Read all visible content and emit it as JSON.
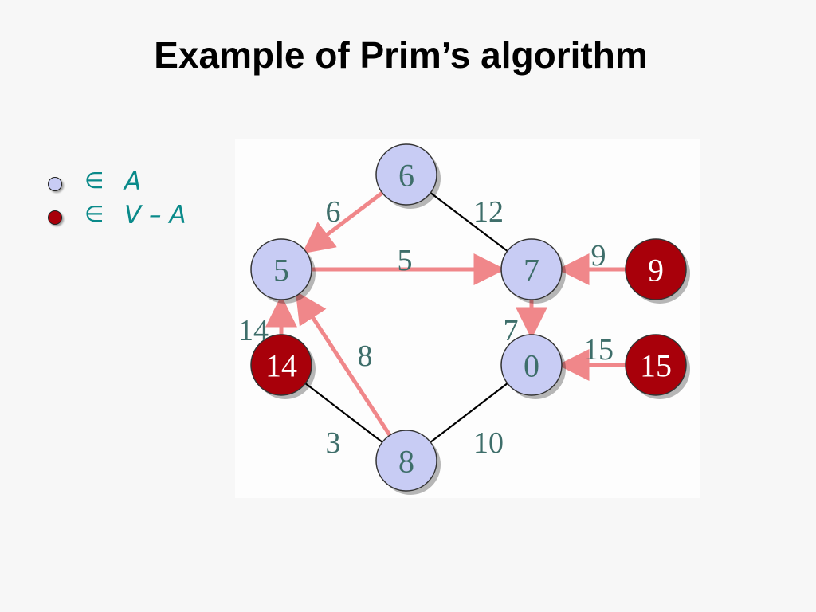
{
  "title": "Example of Prim’s algorithm",
  "legend": [
    {
      "symbol": "∈",
      "set": "A",
      "state": "in-a",
      "color": "#c8ccf4"
    },
    {
      "symbol": "∈",
      "set": "V – A",
      "state": "in-va",
      "color": "#a8000a"
    }
  ],
  "colors": {
    "in_a_fill": "#c8ccf4",
    "in_va_fill": "#a8000a",
    "tree_edge": "#f0878a",
    "plain_edge": "#000000",
    "edge_label": "#3e6e6a",
    "legend_text": "#0a8a8a"
  },
  "graph": {
    "nodes": [
      {
        "id": "n_top",
        "key": "6",
        "state": "in-a"
      },
      {
        "id": "n_left",
        "key": "5",
        "state": "in-a"
      },
      {
        "id": "n_right_up",
        "key": "7",
        "state": "in-a"
      },
      {
        "id": "n_far_up",
        "key": "9",
        "state": "in-va"
      },
      {
        "id": "n_red_left",
        "key": "14",
        "state": "in-va"
      },
      {
        "id": "n_right_low",
        "key": "0",
        "state": "in-a"
      },
      {
        "id": "n_far_low",
        "key": "15",
        "state": "in-va"
      },
      {
        "id": "n_bottom",
        "key": "8",
        "state": "in-a"
      }
    ],
    "edges": [
      {
        "from": "n_top",
        "to": "n_left",
        "weight": "6",
        "type": "tree"
      },
      {
        "from": "n_top",
        "to": "n_right_up",
        "weight": "12",
        "type": "plain"
      },
      {
        "from": "n_left",
        "to": "n_right_up",
        "weight": "5",
        "type": "tree"
      },
      {
        "from": "n_far_up",
        "to": "n_right_up",
        "weight": "9",
        "type": "tree"
      },
      {
        "from": "n_red_left",
        "to": "n_left",
        "weight": "14",
        "type": "tree"
      },
      {
        "from": "n_right_up",
        "to": "n_right_low",
        "weight": "7",
        "type": "tree"
      },
      {
        "from": "n_bottom",
        "to": "n_left",
        "weight": "8",
        "type": "tree"
      },
      {
        "from": "n_far_low",
        "to": "n_right_low",
        "weight": "15",
        "type": "tree"
      },
      {
        "from": "n_red_left",
        "to": "n_bottom",
        "weight": "3",
        "type": "plain"
      },
      {
        "from": "n_bottom",
        "to": "n_right_low",
        "weight": "10",
        "type": "plain"
      }
    ]
  }
}
